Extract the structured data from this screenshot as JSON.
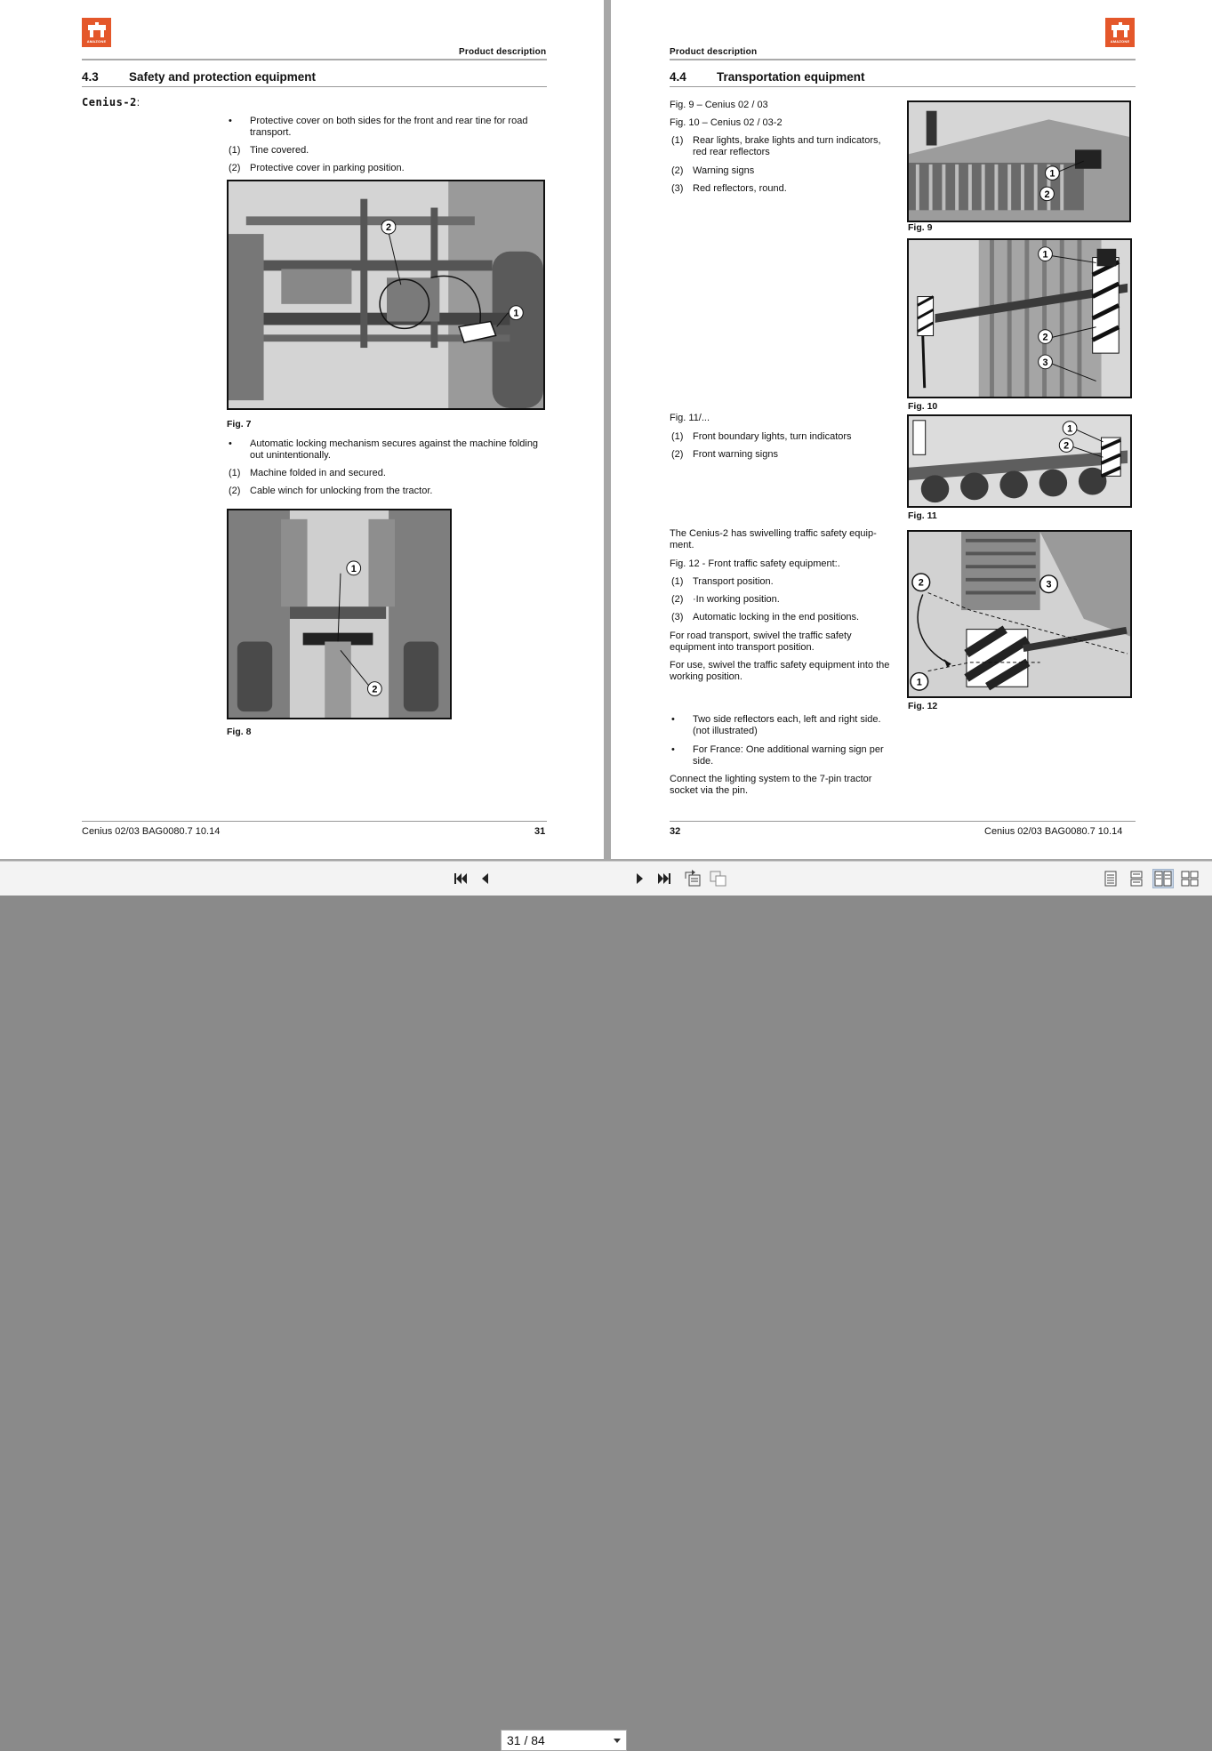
{
  "left": {
    "running_head": "Product description",
    "section_num": "4.3",
    "section_title": "Safety and protection equipment",
    "model_label": "Cenius-2",
    "model_colon": ":",
    "bullet_glyph": "•",
    "b1": "Protective cover on both sides for the front and rear tine for road transport.",
    "i1_n": "(1)",
    "i1": "Tine covered.",
    "i2_n": "(2)",
    "i2": "Protective cover in parking position.",
    "fig7": "Fig. 7",
    "b2": "Automatic locking mechanism secures against the machine folding out unintentionally.",
    "i3_n": "(1)",
    "i3": "Machine folded in and secured.",
    "i4_n": "(2)",
    "i4": "Cable winch for unlocking from the tractor.",
    "fig8": "Fig. 8",
    "footer_doc": "Cenius 02/03  BAG0080.7  10.14",
    "footer_page": "31",
    "callout_1": "1",
    "callout_2": "2"
  },
  "right": {
    "running_head": "Product description",
    "section_num": "4.4",
    "section_title": "Transportation equipment",
    "l1": "Fig. 9 – Cenius 02 / 03",
    "l2": "Fig. 10 – Cenius 02 / 03-2",
    "r1_n": "(1)",
    "r1": "Rear lights, brake lights and turn indicators, red rear reflectors",
    "r2_n": "(2)",
    "r2": "Warning signs",
    "r3_n": "(3)",
    "r3": "Red reflectors, round.",
    "fig9": "Fig. 9",
    "fig10": "Fig. 10",
    "l3": "Fig. 11/...",
    "r4_n": "(1)",
    "r4": "Front boundary lights, turn indicators",
    "r5_n": "(2)",
    "r5": "Front warning signs",
    "fig11": "Fig. 11",
    "p1": "The Cenius-2 has swivelling traffic safety equip-ment.",
    "l4": "Fig. 12 - Front traffic safety equipment:.",
    "r6_n": "(1)",
    "r6": "Transport position.",
    "r7_n": "(2)",
    "r7": "·In working position.",
    "r8_n": "(3)",
    "r8": "Automatic locking in the end positions.",
    "p2": "For road transport, swivel the traffic safety equipment into transport position.",
    "p3": "For use, swivel the traffic safety equipment into the working position.",
    "fig12": "Fig. 12",
    "bullet_glyph": "•",
    "b1": "Two side reflectors each, left and right side. (not illustrated)",
    "b2": "For France: One additional warning sign per side.",
    "p4": "Connect the lighting system to the 7-pin tractor socket via the pin.",
    "footer_page": "32",
    "footer_doc": "Cenius 02/03  BAG0080.7  10.14",
    "callout_1": "1",
    "callout_2": "2",
    "callout_3": "3"
  },
  "toolbar": {
    "page_indicator": "31 / 84",
    "icons": [
      "first-page-icon",
      "previous-page-icon",
      "next-page-icon",
      "last-page-icon",
      "rotate-icon",
      "copy-icon",
      "single-page-view-icon",
      "continuous-view-icon",
      "two-page-view-icon",
      "two-page-continuous-view-icon"
    ]
  },
  "colors": {
    "logo": "#e4572a",
    "viewer_bg": "#a7a7a7",
    "toolbar_bg": "#f3f3f3",
    "active_view": "#c9d6e6"
  }
}
